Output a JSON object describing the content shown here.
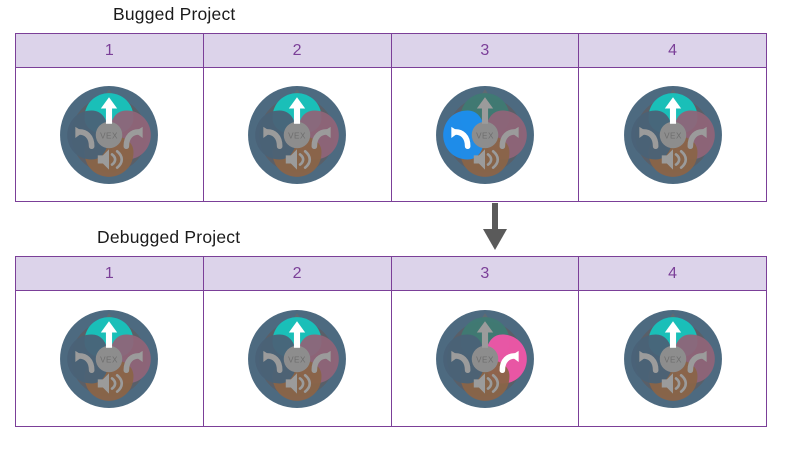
{
  "page": {
    "background": "#ffffff",
    "accent_purple": "#7b3f98",
    "header_fill": "#dcd3ea",
    "text_color": "#1b1b1b"
  },
  "flow_arrow": {
    "name": "down-arrow",
    "direction": "down",
    "color": "#5a5a5a"
  },
  "controller_colors": {
    "body_outer": "#4d6a80",
    "body_inner": "#5a5f68",
    "hub": "#8d8d8d",
    "hub_label": "VEX",
    "petal_up_inactive": "#3f7a73",
    "petal_left_inactive": "#4a6277",
    "petal_right_inactive": "#8f6478",
    "petal_down_inactive": "#8a6448",
    "petal_up_active": "#17c4bd",
    "petal_left_active": "#1b8ef0",
    "petal_right_active": "#f055a8",
    "petal_down_active": "#d2813f",
    "glyph_inactive": "#9b9b9b",
    "glyph_active": "#ffffff"
  },
  "sections": [
    {
      "id": "bugged",
      "title": "Bugged Project",
      "columns": [
        {
          "label": "1",
          "controller": {
            "up": "active",
            "left": "inactive",
            "right": "inactive",
            "down": "inactive"
          }
        },
        {
          "label": "2",
          "controller": {
            "up": "active",
            "left": "inactive",
            "right": "inactive",
            "down": "inactive"
          }
        },
        {
          "label": "3",
          "controller": {
            "up": "inactive",
            "left": "active",
            "right": "inactive",
            "down": "inactive"
          }
        },
        {
          "label": "4",
          "controller": {
            "up": "active",
            "left": "inactive",
            "right": "inactive",
            "down": "inactive"
          }
        }
      ]
    },
    {
      "id": "debugged",
      "title": "Debugged Project",
      "columns": [
        {
          "label": "1",
          "controller": {
            "up": "active",
            "left": "inactive",
            "right": "inactive",
            "down": "inactive"
          }
        },
        {
          "label": "2",
          "controller": {
            "up": "active",
            "left": "inactive",
            "right": "inactive",
            "down": "inactive"
          }
        },
        {
          "label": "3",
          "controller": {
            "up": "inactive",
            "left": "inactive",
            "right": "active",
            "down": "inactive"
          }
        },
        {
          "label": "4",
          "controller": {
            "up": "active",
            "left": "inactive",
            "right": "inactive",
            "down": "inactive"
          }
        }
      ]
    }
  ]
}
